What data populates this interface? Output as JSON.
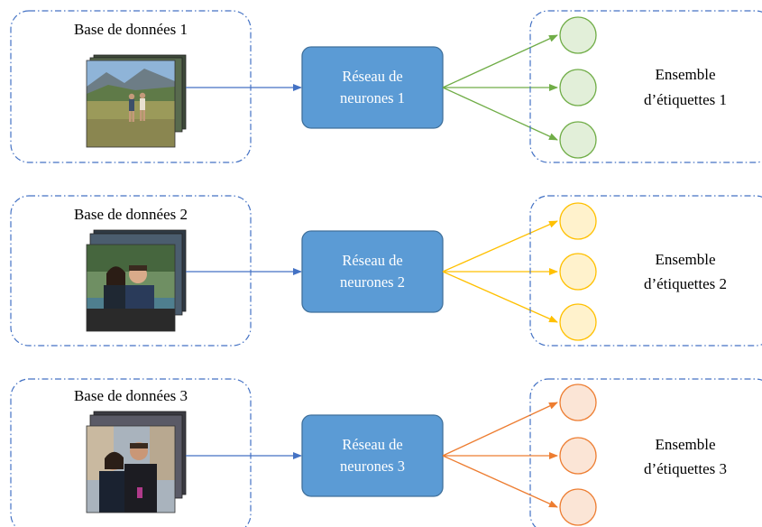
{
  "rows": [
    {
      "database_label": "Base de données 1",
      "network_line1": "Réseau de",
      "network_line2": "neurones 1",
      "labels_line1": "Ensemble",
      "labels_line2": "d’étiquettes 1",
      "node_fill": "#e2efd9",
      "node_stroke": "#70ad47",
      "arrow_color": "#70ad47",
      "photo": "landscape-two-people"
    },
    {
      "database_label": "Base de données 2",
      "network_line1": "Réseau de",
      "network_line2": "neurones 2",
      "labels_line1": "Ensemble",
      "labels_line2": "d’étiquettes 2",
      "node_fill": "#fff2cc",
      "node_stroke": "#ffc000",
      "arrow_color": "#ffc000",
      "photo": "couple-on-boat"
    },
    {
      "database_label": "Base de données 3",
      "network_line1": "Réseau de",
      "network_line2": "neurones 3",
      "labels_line1": "Ensemble",
      "labels_line2": "d’étiquettes 3",
      "node_fill": "#fbe5d6",
      "node_stroke": "#ed7d31",
      "arrow_color": "#ed7d31",
      "photo": "couple-in-city"
    }
  ],
  "colors": {
    "network_fill": "#5b9bd5",
    "network_stroke": "#41719c",
    "dashed_border": "#4472c4",
    "input_arrow": "#4472c4"
  }
}
